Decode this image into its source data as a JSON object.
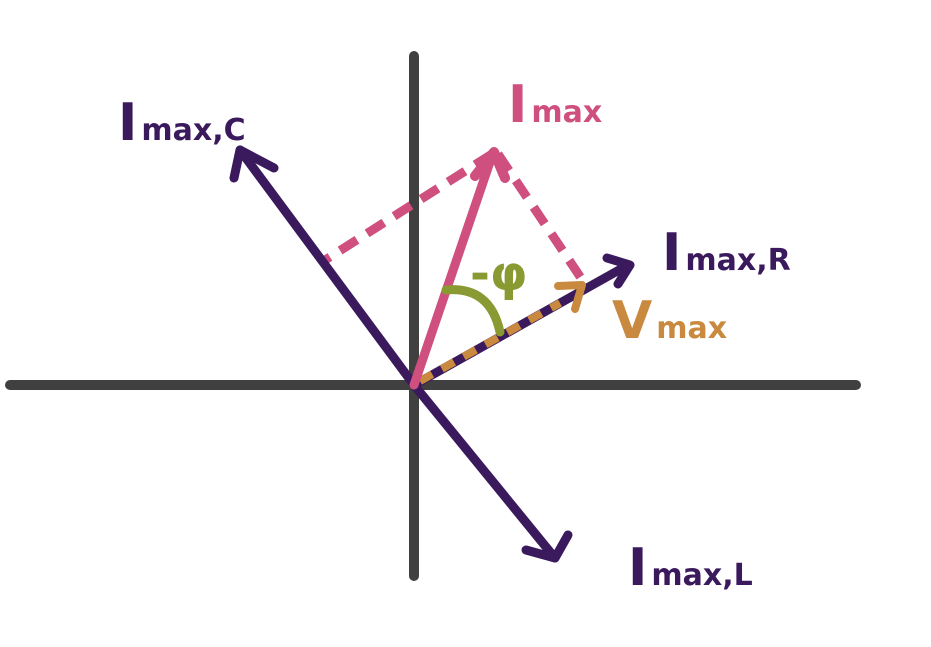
{
  "labels": {
    "imax": {
      "main": "I",
      "sub": "max"
    },
    "imax_c": {
      "main": "I",
      "sub": "max,C"
    },
    "imax_r": {
      "main": "I",
      "sub": "max,R"
    },
    "imax_l": {
      "main": "I",
      "sub": "max,L"
    },
    "vmax": {
      "main": "V",
      "sub": "max"
    },
    "phase_angle": "-φ"
  },
  "colors": {
    "axis": "#404040",
    "dark_purple": "#3a1a5c",
    "pink": "#cf4f7e",
    "orange": "#c98a3f",
    "green": "#8a9a32",
    "background": "#ffffff"
  },
  "icons": {
    "arrowhead": "chevron-arrowhead-icon"
  }
}
